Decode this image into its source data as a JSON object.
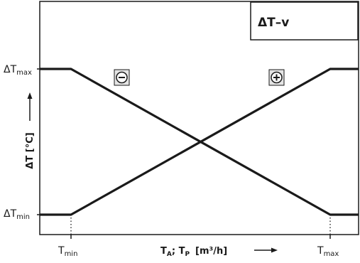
{
  "title": "ΔT–v",
  "y_axis": {
    "label": "ΔT [°C]",
    "top_label_main": "ΔT",
    "top_label_sub": "max",
    "bottom_label_main": "ΔT",
    "bottom_label_sub": "min"
  },
  "x_axis": {
    "label_part1": "T",
    "label_sub1": "A",
    "label_part2": "; T",
    "label_sub2": "P",
    "label_units": "[m³/h]",
    "left_label_main": "T",
    "left_label_sub": "min",
    "right_label_main": "T",
    "right_label_sub": "max"
  },
  "symbols": {
    "decreasing": "minus-sign-icon",
    "increasing": "plus-sign-icon"
  },
  "colors": {
    "line": "#1a1a1a",
    "frame": "#1a1a1a",
    "icon_fill": "#e4e4e4"
  }
}
